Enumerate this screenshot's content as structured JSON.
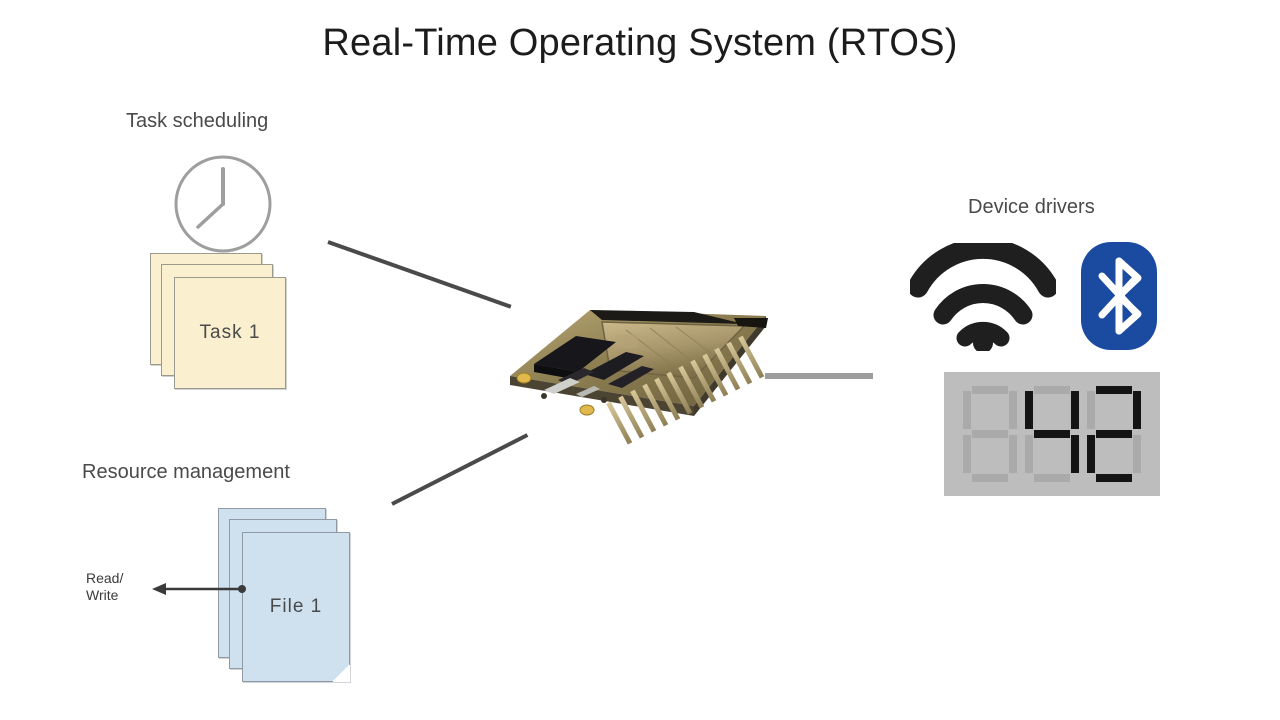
{
  "diagram": {
    "title": "Real-Time Operating System (RTOS)",
    "background_color": "#ffffff",
    "text_color": "#4a4a4a"
  },
  "task_scheduling": {
    "label": "Task scheduling",
    "clock_icon": "clock-icon",
    "clock_hands": {
      "hour": 8,
      "minute": 0
    },
    "cards": {
      "front_label": "Task 1",
      "count": 3,
      "color": "#faf0d0",
      "border_color": "#9a9a8e"
    }
  },
  "resource_management": {
    "label": "Resource management",
    "files": {
      "front_label": "File 1",
      "count": 3,
      "color": "#cfe0ef",
      "border_color": "#8f9aa4"
    },
    "access_label_line1": "Read/",
    "access_label_line2": "Write",
    "arrow_icon": "arrow-left-icon",
    "arrow_direction": "left"
  },
  "device_drivers": {
    "label": "Device drivers",
    "icons": [
      {
        "name": "wifi-icon",
        "label": "Wi-Fi",
        "color": "#1f1f1f"
      },
      {
        "name": "bluetooth-icon",
        "label": "Bluetooth",
        "color": "#1b4ba0",
        "glyph_color": "#ffffff"
      }
    ],
    "display": {
      "name": "seven-segment-display",
      "value": "42",
      "digit_count": 3,
      "digits": [
        "",
        "4",
        "2"
      ],
      "panel_color": "#bdbdbd",
      "segment_off_color": "#aaaaaa",
      "segment_on_color": "#141414"
    }
  },
  "center": {
    "board_name": "esp32-dev-board",
    "board_label": "ESP32 development board"
  },
  "connectors": [
    {
      "name": "connector-task-scheduling",
      "color": "#4a4a4a"
    },
    {
      "name": "connector-resource-management",
      "color": "#4a4a4a"
    },
    {
      "name": "connector-device-drivers",
      "color": "#9d9d9d"
    }
  ]
}
